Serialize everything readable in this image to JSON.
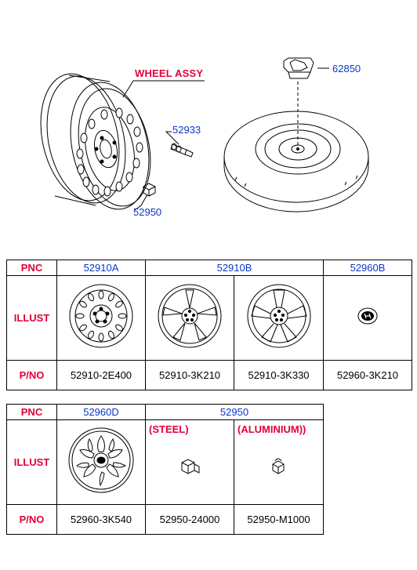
{
  "diagram": {
    "callout_wheel_assy": "WHEEL ASSY",
    "callout_52933": "52933",
    "callout_52950": "52950",
    "callout_62850": "62850"
  },
  "table1": {
    "row_labels": {
      "pnc": "PNC",
      "illust": "ILLUST",
      "pno": "P/NO"
    },
    "pnc": [
      "52910A",
      "52910B",
      "52960B"
    ],
    "pno": [
      "52910-2E400",
      "52910-3K210",
      "52910-3K330",
      "52960-3K210"
    ]
  },
  "table2": {
    "row_labels": {
      "pnc": "PNC",
      "illust": "ILLUST",
      "pno": "P/NO"
    },
    "pnc": [
      "52960D",
      "52950"
    ],
    "sub_labels": [
      "(STEEL)",
      "(ALUMINIUM))"
    ],
    "pno": [
      "52960-3K540",
      "52950-24000",
      "52950-M1000"
    ]
  },
  "colors": {
    "label_red": "#e0003c",
    "pnc_blue": "#0a37c8",
    "line": "#000000"
  }
}
